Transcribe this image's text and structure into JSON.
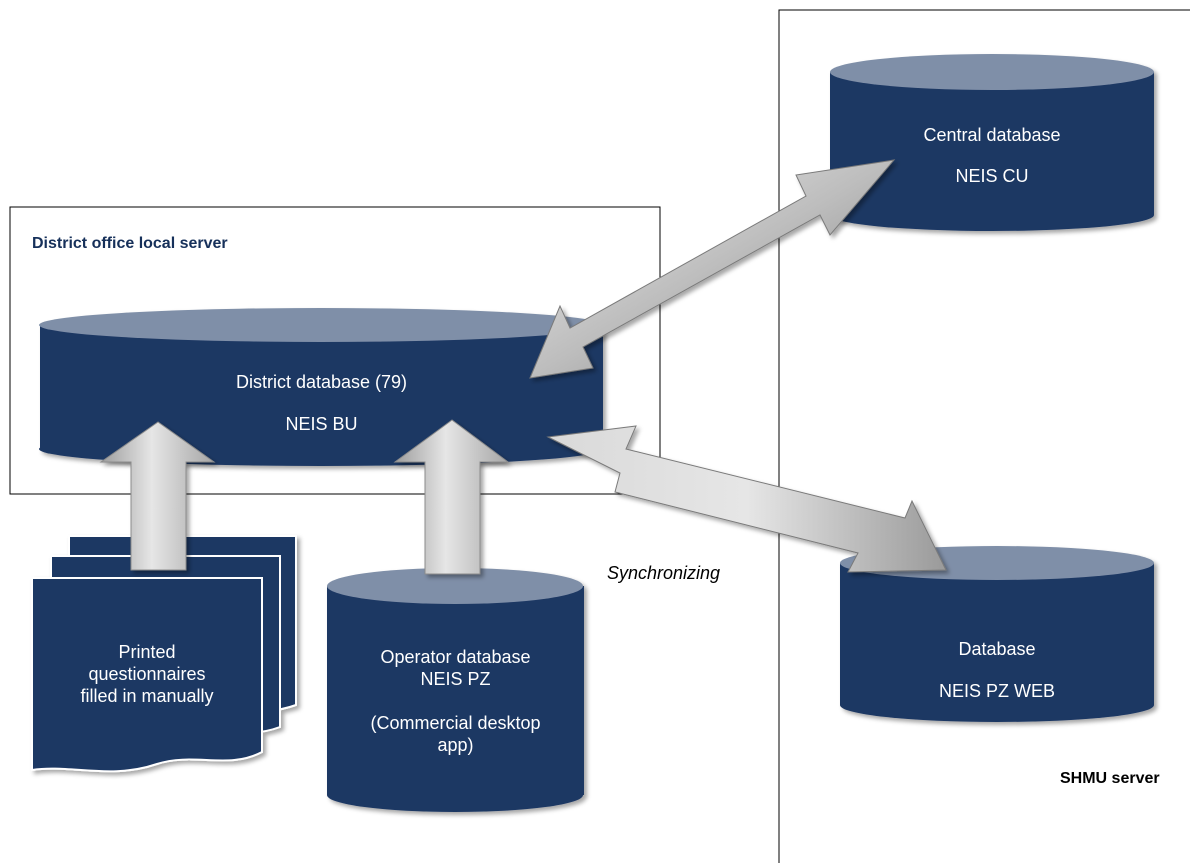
{
  "district_server": {
    "title": "District office local server",
    "title_color": "#16305a"
  },
  "shmu_server": {
    "title": "SHMU server",
    "title_color": "#000000"
  },
  "district_db": {
    "line1": "District database (79)",
    "line2": "NEIS BU"
  },
  "central_db": {
    "line1": "Central database",
    "line2": "NEIS CU"
  },
  "web_db": {
    "line1": "Database",
    "line2": "NEIS PZ WEB"
  },
  "operator_db": {
    "line1": "Operator database",
    "line2": "NEIS PZ",
    "line3": "(Commercial desktop",
    "line4": "app)"
  },
  "questionnaires": {
    "line1": "Printed",
    "line2": "questionnaires",
    "line3": "filled in manually"
  },
  "sync_label": "Synchronizing",
  "colors": {
    "db_body": "#1f3864",
    "db_top": "#7f8fa8",
    "arrow_light": "#e8e8e8",
    "arrow_dark": "#8a8a8a"
  }
}
